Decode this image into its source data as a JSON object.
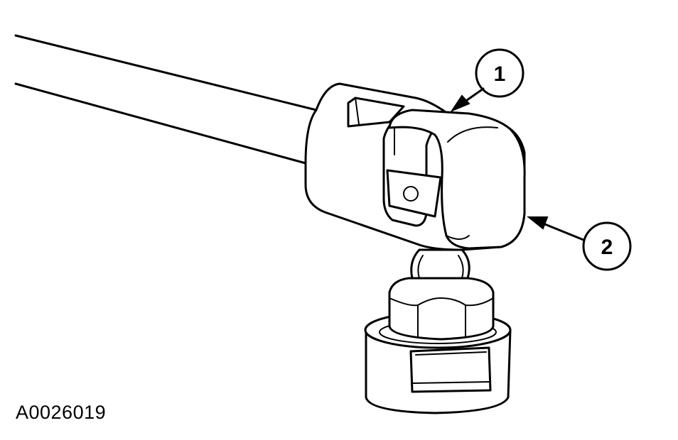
{
  "figure": {
    "id_label": "A0026019",
    "callouts": [
      {
        "number": "1"
      },
      {
        "number": "2"
      }
    ]
  },
  "icons": [
    "torque-wrench-handle-icon",
    "swivel-head-icon",
    "socket-icon",
    "arrow-icon"
  ]
}
